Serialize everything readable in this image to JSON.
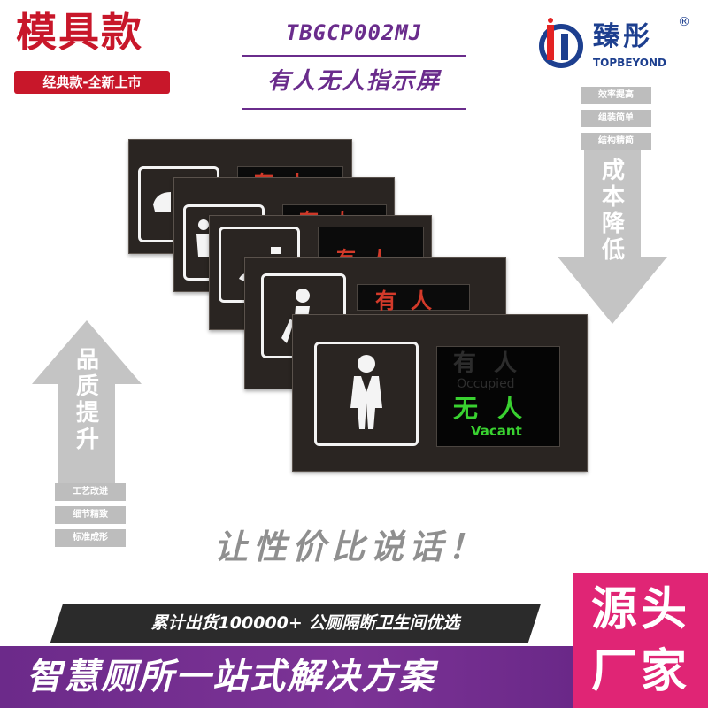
{
  "header": {
    "title": "模具款",
    "tag": "经典款-全新上市",
    "model_code": "TBGCP002MJ",
    "model_desc": "有人无人指示屏"
  },
  "logo": {
    "name_cn": "臻彤",
    "registered": "®",
    "name_en": "TOPBEYOND",
    "colors": {
      "primary": "#1d3f8f",
      "accent": "#e32323"
    }
  },
  "side_right": {
    "pills": [
      "效率提高",
      "组装简单",
      "结构精简"
    ],
    "arrow_text": [
      "成",
      "本",
      "降",
      "低"
    ]
  },
  "side_left": {
    "arrow_text": [
      "品",
      "质",
      "提",
      "升"
    ],
    "pills": [
      "工艺改进",
      "细节精致",
      "标准成形"
    ]
  },
  "display": {
    "occupied_cn": "有人",
    "occupied_en": "Occupied",
    "vacant_cn": "无人",
    "vacant_en": "Vacant",
    "colors": {
      "occupied": "#d33a2a",
      "vacant": "#39d130"
    }
  },
  "slogan": "让性价比说话！",
  "banner_dark": "累计出货100000+  公厕隔断卫生间优选",
  "banner_purple": "智慧厕所一站式解决方案",
  "source_box": {
    "line1": "源头",
    "line2": "厂家"
  }
}
